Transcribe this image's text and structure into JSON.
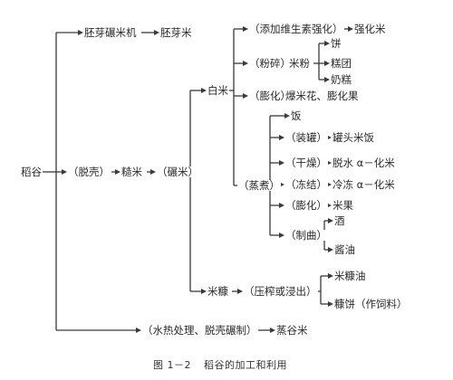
{
  "diagram": {
    "root": "稻谷",
    "sprout_process": "胚芽碾米机",
    "sprout_product": "胚芽米",
    "dehull": "（脱壳）",
    "brown_rice": "糙米",
    "milling": "（碾米）",
    "white_rice": "白米",
    "fortify": "（添加维生素强化）",
    "fortified_rice": "强化米",
    "grind": "（粉碎）",
    "rice_flour": "米粉",
    "cake": "饼",
    "dumpling": "糕团",
    "milk_cake": "奶糕",
    "puff": "（膨化）",
    "popped_rice": "爆米花、膨化果",
    "steam": "（蒸煮）",
    "cooked_rice": "饭",
    "canning": "（装罐）",
    "canned_rice": "罐头米饭",
    "dry": "（干燥）",
    "dehydrated_rice": "脱水 α－化米",
    "freeze": "（冻结）",
    "frozen_rice": "冷冻 α－化米",
    "puff2": "（膨化）",
    "rice_fruit": "米果",
    "ferment": "（制曲）",
    "wine": "酒",
    "soy_sauce": "酱油",
    "rice_bran": "米糠",
    "press": "（压榨或浸出）",
    "bran_oil": "米糠油",
    "bran_cake": "糠饼（作饲料）",
    "hydro": "（水热处理、脱壳碾制）",
    "parboiled_rice": "蒸谷米"
  },
  "caption": {
    "figure_no": "图 1－2",
    "title": "稻谷的加工和利用"
  }
}
